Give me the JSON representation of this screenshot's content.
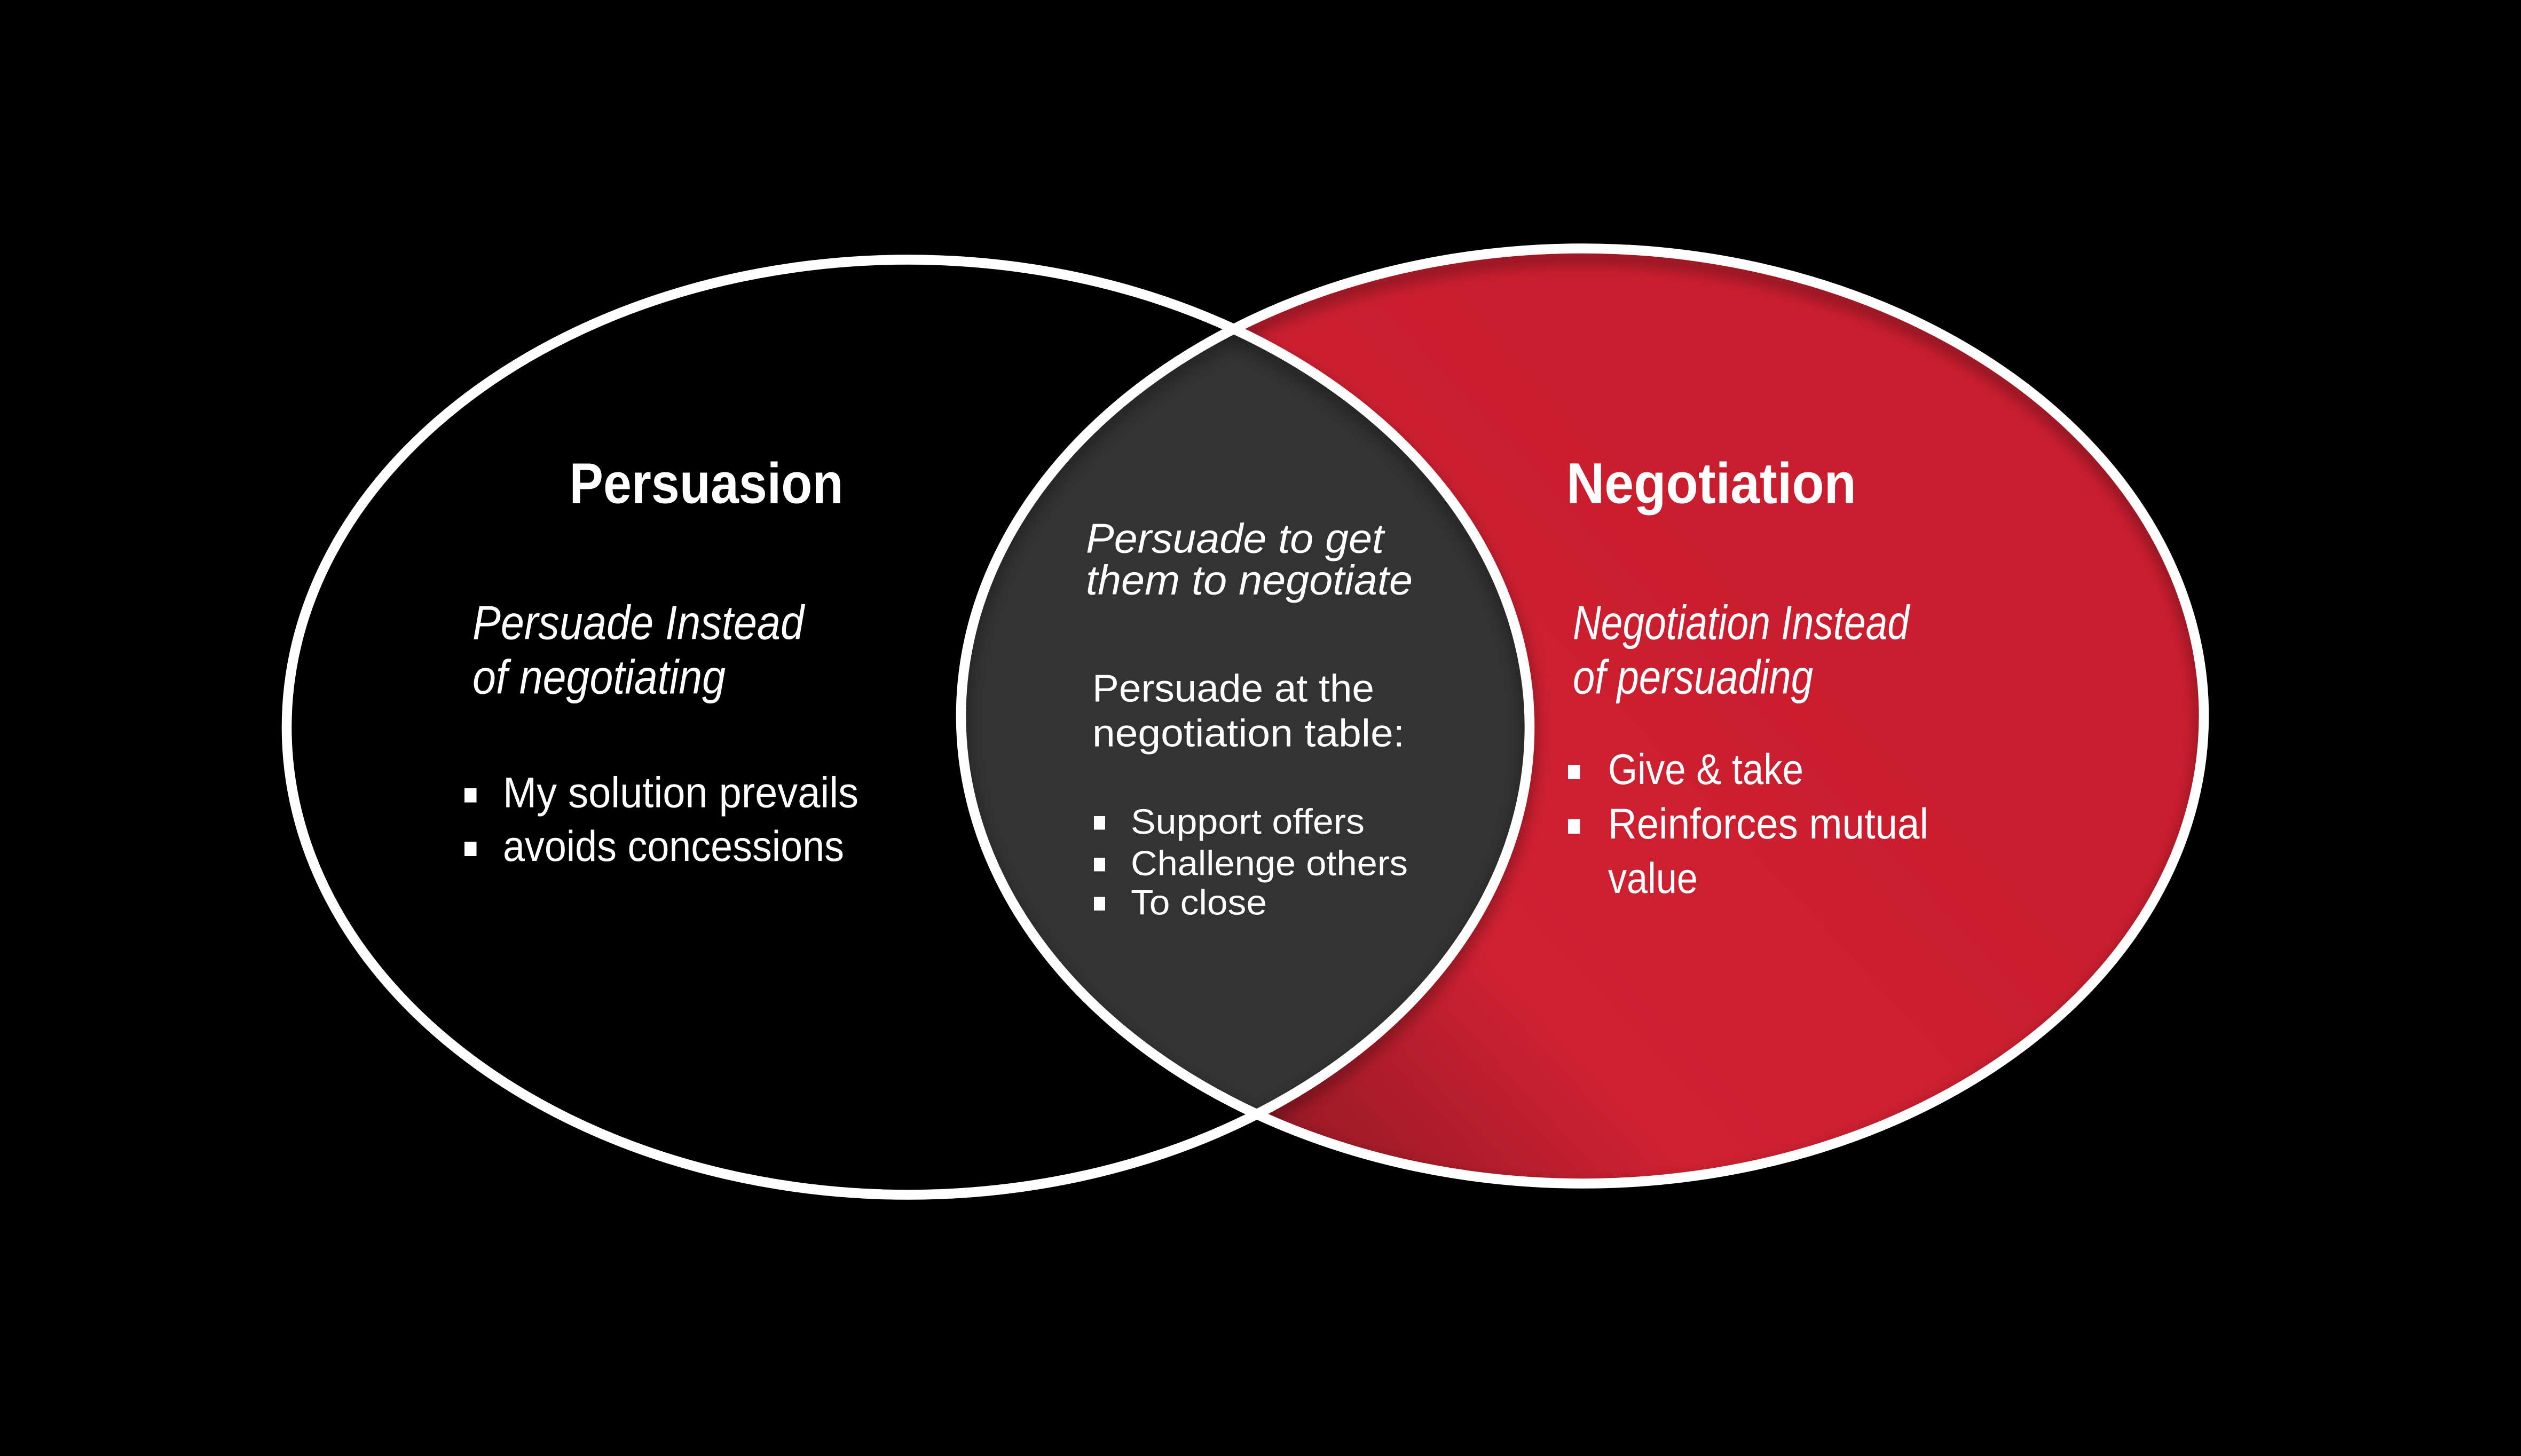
{
  "slide": {
    "background": "#000000",
    "stroke_color": "#ffffff",
    "text_color": "#ffffff",
    "overlap_fill": "#333333",
    "left_fill": "#000000",
    "right_fill_dark": "#871722",
    "right_fill_main": "#cf2132",
    "right_fill_edge": "#c91e2f"
  },
  "left_circle": {
    "title": "Persuasion",
    "subtitle_lines": [
      "Persuade Instead",
      "of negotiating"
    ],
    "bullet_lines": [
      "My solution prevails",
      "avoids concessions"
    ]
  },
  "overlap": {
    "intro_lines": [
      "Persuade to get",
      "them to negotiate"
    ],
    "heading_lines": [
      "Persuade at the",
      "negotiation table:"
    ],
    "bullet_lines": [
      "Support offers",
      "Challenge others",
      "To close"
    ]
  },
  "right_circle": {
    "title": "Negotiation",
    "subtitle_lines": [
      "Negotiation Instead",
      "of persuading"
    ],
    "bullet_lines": [
      "Give & take",
      "Reinforces mutual",
      "value"
    ]
  }
}
